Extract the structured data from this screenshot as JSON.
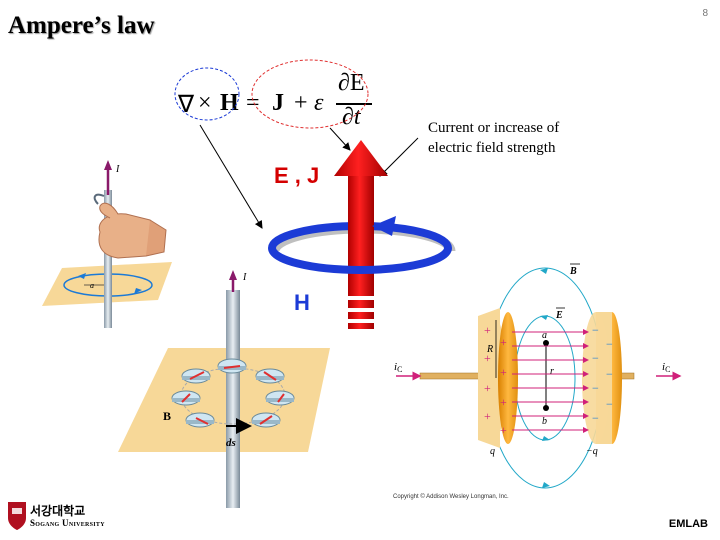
{
  "slide": {
    "title": "Ampere’s law",
    "page_number": "8",
    "footer": "EMLAB",
    "university_korean": "서강대학교",
    "university_english": "Sogang University",
    "copyright": "Copyright © Addison Wesley Longman, Inc."
  },
  "equation": {
    "nabla": "∇",
    "times": "×",
    "H": "H",
    "equals": "=",
    "J": "J",
    "plus": "+",
    "epsilon": "ε",
    "numerator": "∂E",
    "denominator": "∂t"
  },
  "annotations": {
    "note_line1": "Current or increase of",
    "note_line2": "electric field strength",
    "ej_label": "E , J",
    "h_label": "H"
  },
  "figure_hand": {
    "current": "I",
    "radius": "a"
  },
  "figure_wire": {
    "current": "I",
    "field": "B",
    "element": "ds"
  },
  "figure_capacitor": {
    "B": "B",
    "E": "E",
    "R": "R",
    "a": "a",
    "r": "r",
    "b": "b",
    "i_left": "i",
    "i_right": "i",
    "i_sub": "C",
    "q_left": "q",
    "q_right": "−q",
    "plus": "+",
    "minus": "−"
  },
  "colors": {
    "arrow_red": "#e00000",
    "loop_blue": "#1c3bd6",
    "plate_orange": "#f0a020",
    "field_cyan": "#22a8c8",
    "current_magenta": "#d0207a",
    "floor": "#f7d898"
  }
}
